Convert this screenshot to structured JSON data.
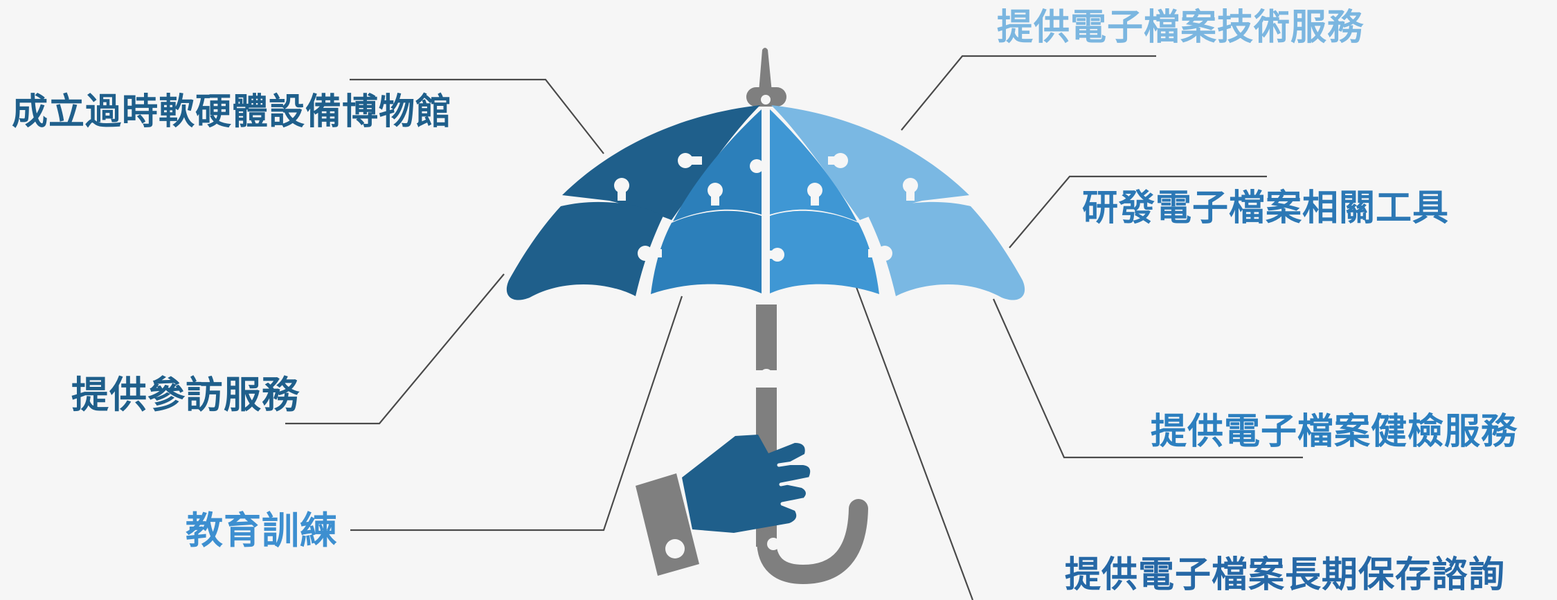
{
  "diagram": {
    "services": [
      {
        "text": "成立過時軟硬體設備博物館",
        "color": "#1f5f8b"
      },
      {
        "text": "提供電子檔案技術服務",
        "color": "#7bb6e0"
      },
      {
        "text": "研發電子檔案相關工具",
        "color": "#2c78b5"
      },
      {
        "text": "提供參訪服務",
        "color": "#1f5f8b"
      },
      {
        "text": "提供電子檔案健檢服務",
        "color": "#2c7fbf"
      },
      {
        "text": "教育訓練",
        "color": "#3d8fd0"
      },
      {
        "text": "提供電子檔案長期保存諮詢",
        "color": "#2668a6"
      }
    ],
    "colors": {
      "dark_blue": "#1f5f8b",
      "mid_blue": "#2c7fba",
      "bright_blue": "#3f97d4",
      "light_blue": "#7ab8e3",
      "gray": "#7f7f7f",
      "line": "#4a4a4a"
    },
    "icons": [
      "umbrella-icon",
      "hand-icon",
      "cuff-icon"
    ]
  }
}
